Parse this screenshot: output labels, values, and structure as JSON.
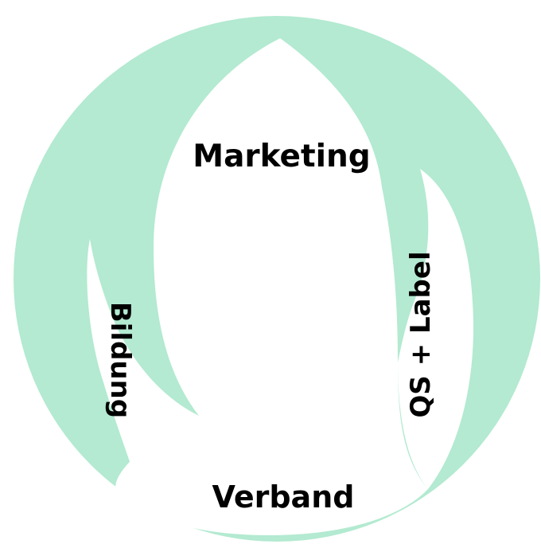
{
  "diagram": {
    "labels": {
      "top": "Marketing",
      "left": "Bildung",
      "right": "QS + Label",
      "bottom": "Verband"
    },
    "colors": {
      "ring": "#b3ead1",
      "inner": "#ffffff",
      "text": "#000000",
      "background": "#ffffff"
    }
  }
}
